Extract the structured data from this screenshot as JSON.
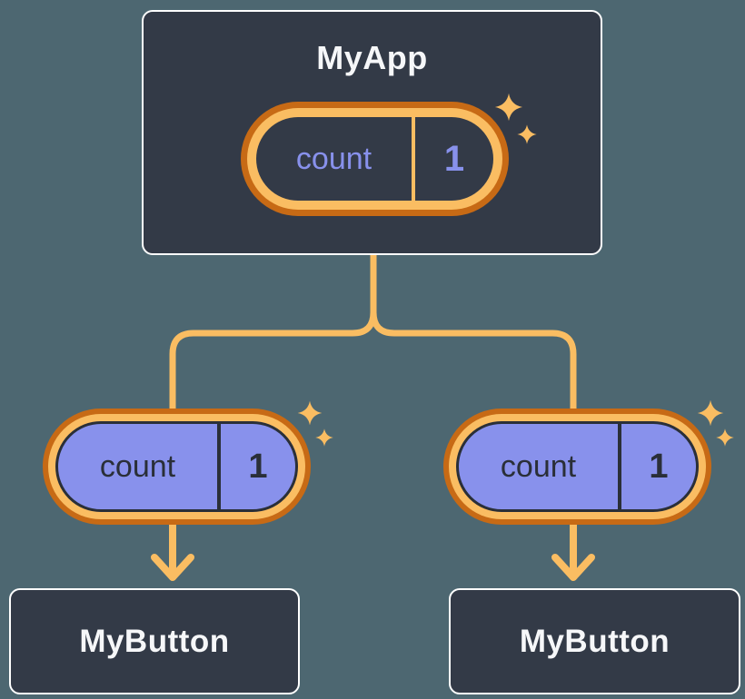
{
  "palette": {
    "background": "#4D6771",
    "node_background": "#333A47",
    "node_border": "#FFFFFF",
    "node_text": "#F6F7F9",
    "pill_ring_dark_orange": "#C76A15",
    "pill_ring_light_orange": "#FABD62",
    "prop_pill_fill": "#8891EC",
    "state_text_purple": "#8891EC",
    "prop_text_dark": "#2A2F38",
    "connector": "#FABD62"
  },
  "tree": {
    "root": {
      "label": "MyApp",
      "state": {
        "name": "count",
        "value": "1"
      }
    },
    "children": [
      {
        "label": "MyButton",
        "prop": {
          "name": "count",
          "value": "1"
        }
      },
      {
        "label": "MyButton",
        "prop": {
          "name": "count",
          "value": "1"
        }
      }
    ]
  }
}
